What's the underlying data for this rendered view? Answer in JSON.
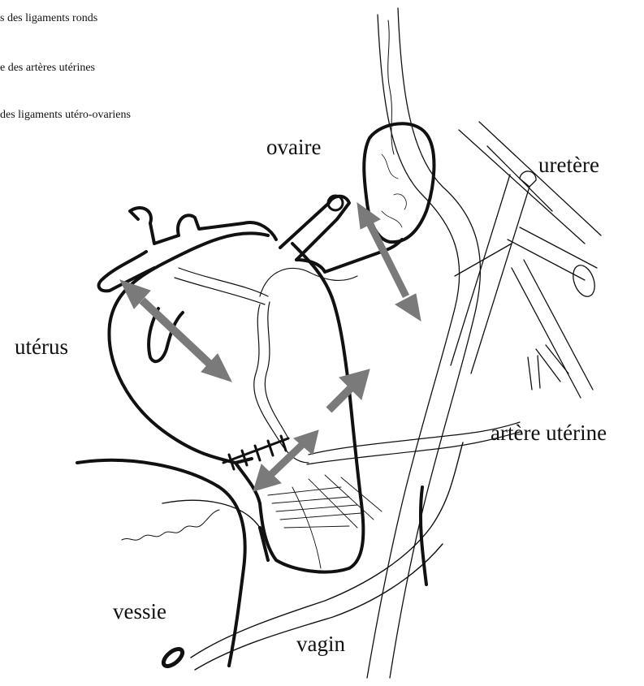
{
  "legend": {
    "items": [
      "s des ligaments ronds",
      "e des artères utérines",
      "des ligaments utéro-ovariens"
    ]
  },
  "labels": {
    "ovary": "ovaire",
    "ureter": "uretère",
    "uterus": "utérus",
    "uterine_artery": "artère utérine",
    "bladder": "vessie",
    "vagina": "vagin"
  },
  "colors": {
    "ink": "#111111",
    "arrow": "#7a7a7a"
  }
}
